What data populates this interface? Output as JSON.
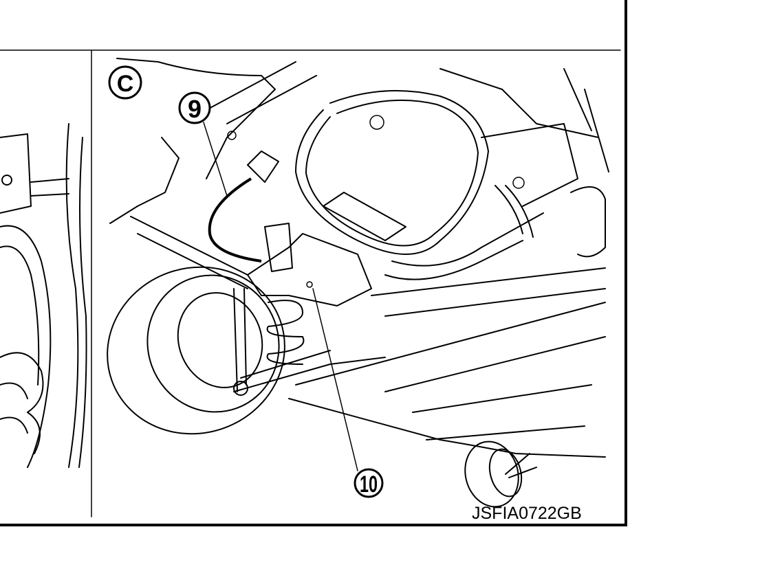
{
  "view_label": "C",
  "callouts": [
    "9",
    "10"
  ],
  "figure_code": "JSFIA0722GB"
}
